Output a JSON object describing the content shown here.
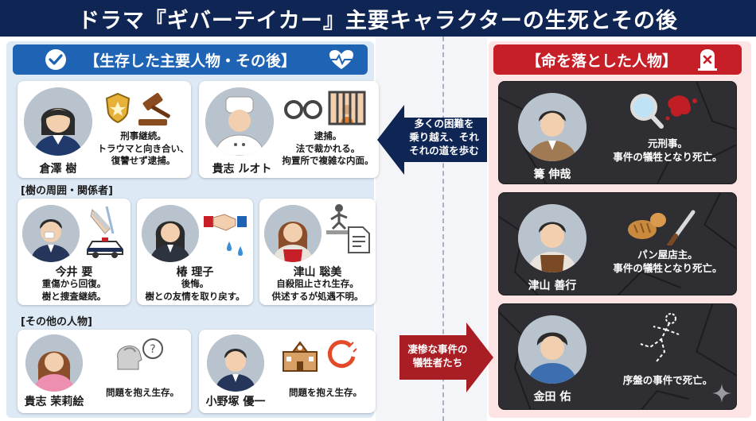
{
  "title": "ドラマ『ギバーテイカー』主要キャラクターの生死とその後",
  "left_banner": "【生存した主要人物・その後】",
  "right_banner": "【命を落とした人物】",
  "survivors": [
    {
      "name": "倉澤 樹",
      "desc": [
        "刑事継続。",
        "トラウマと向き合い、",
        "復讐せず逮捕。"
      ]
    },
    {
      "name": "貴志 ルオト",
      "desc": [
        "逮捕。",
        "法で裁かれる。",
        "拘置所で複雑な内面。"
      ]
    }
  ],
  "section_around": "[樹の周囲・関係者]",
  "around": [
    {
      "name": "今井 要",
      "desc": [
        "重傷から回復。",
        "樹と捜査継続。"
      ]
    },
    {
      "name": "椿 理子",
      "desc": [
        "後悔。",
        "樹との友情を取り戻す。"
      ]
    },
    {
      "name": "津山 聡美",
      "desc": [
        "自殺阻止され生存。",
        "供述するが処遇不明。"
      ]
    }
  ],
  "section_others": "[その他の人物]",
  "others": [
    {
      "name": "貴志 茉莉絵",
      "desc": [
        "問題を抱え生存。"
      ]
    },
    {
      "name": "小野塚 優一",
      "desc": [
        "問題を抱え生存。"
      ]
    }
  ],
  "arrow_top": [
    "多くの困難を",
    "乗り越え、それ",
    "それの道を歩む"
  ],
  "arrow_bottom": [
    "凄惨な事件の",
    "犠牲者たち"
  ],
  "deceased": [
    {
      "name": "篝 伸哉",
      "desc": [
        "元刑事。",
        "事件の犠牲となり死亡。"
      ]
    },
    {
      "name": "津山 善行",
      "desc": [
        "パン屋店主。",
        "事件の犠牲となり死亡。"
      ]
    },
    {
      "name": "金田 佑",
      "desc": [
        "序盤の事件で死亡。"
      ]
    }
  ],
  "colors": {
    "navy": "#0f2554",
    "blue": "#1e63b4",
    "red": "#c71f28",
    "dark": "#2f2f33"
  }
}
